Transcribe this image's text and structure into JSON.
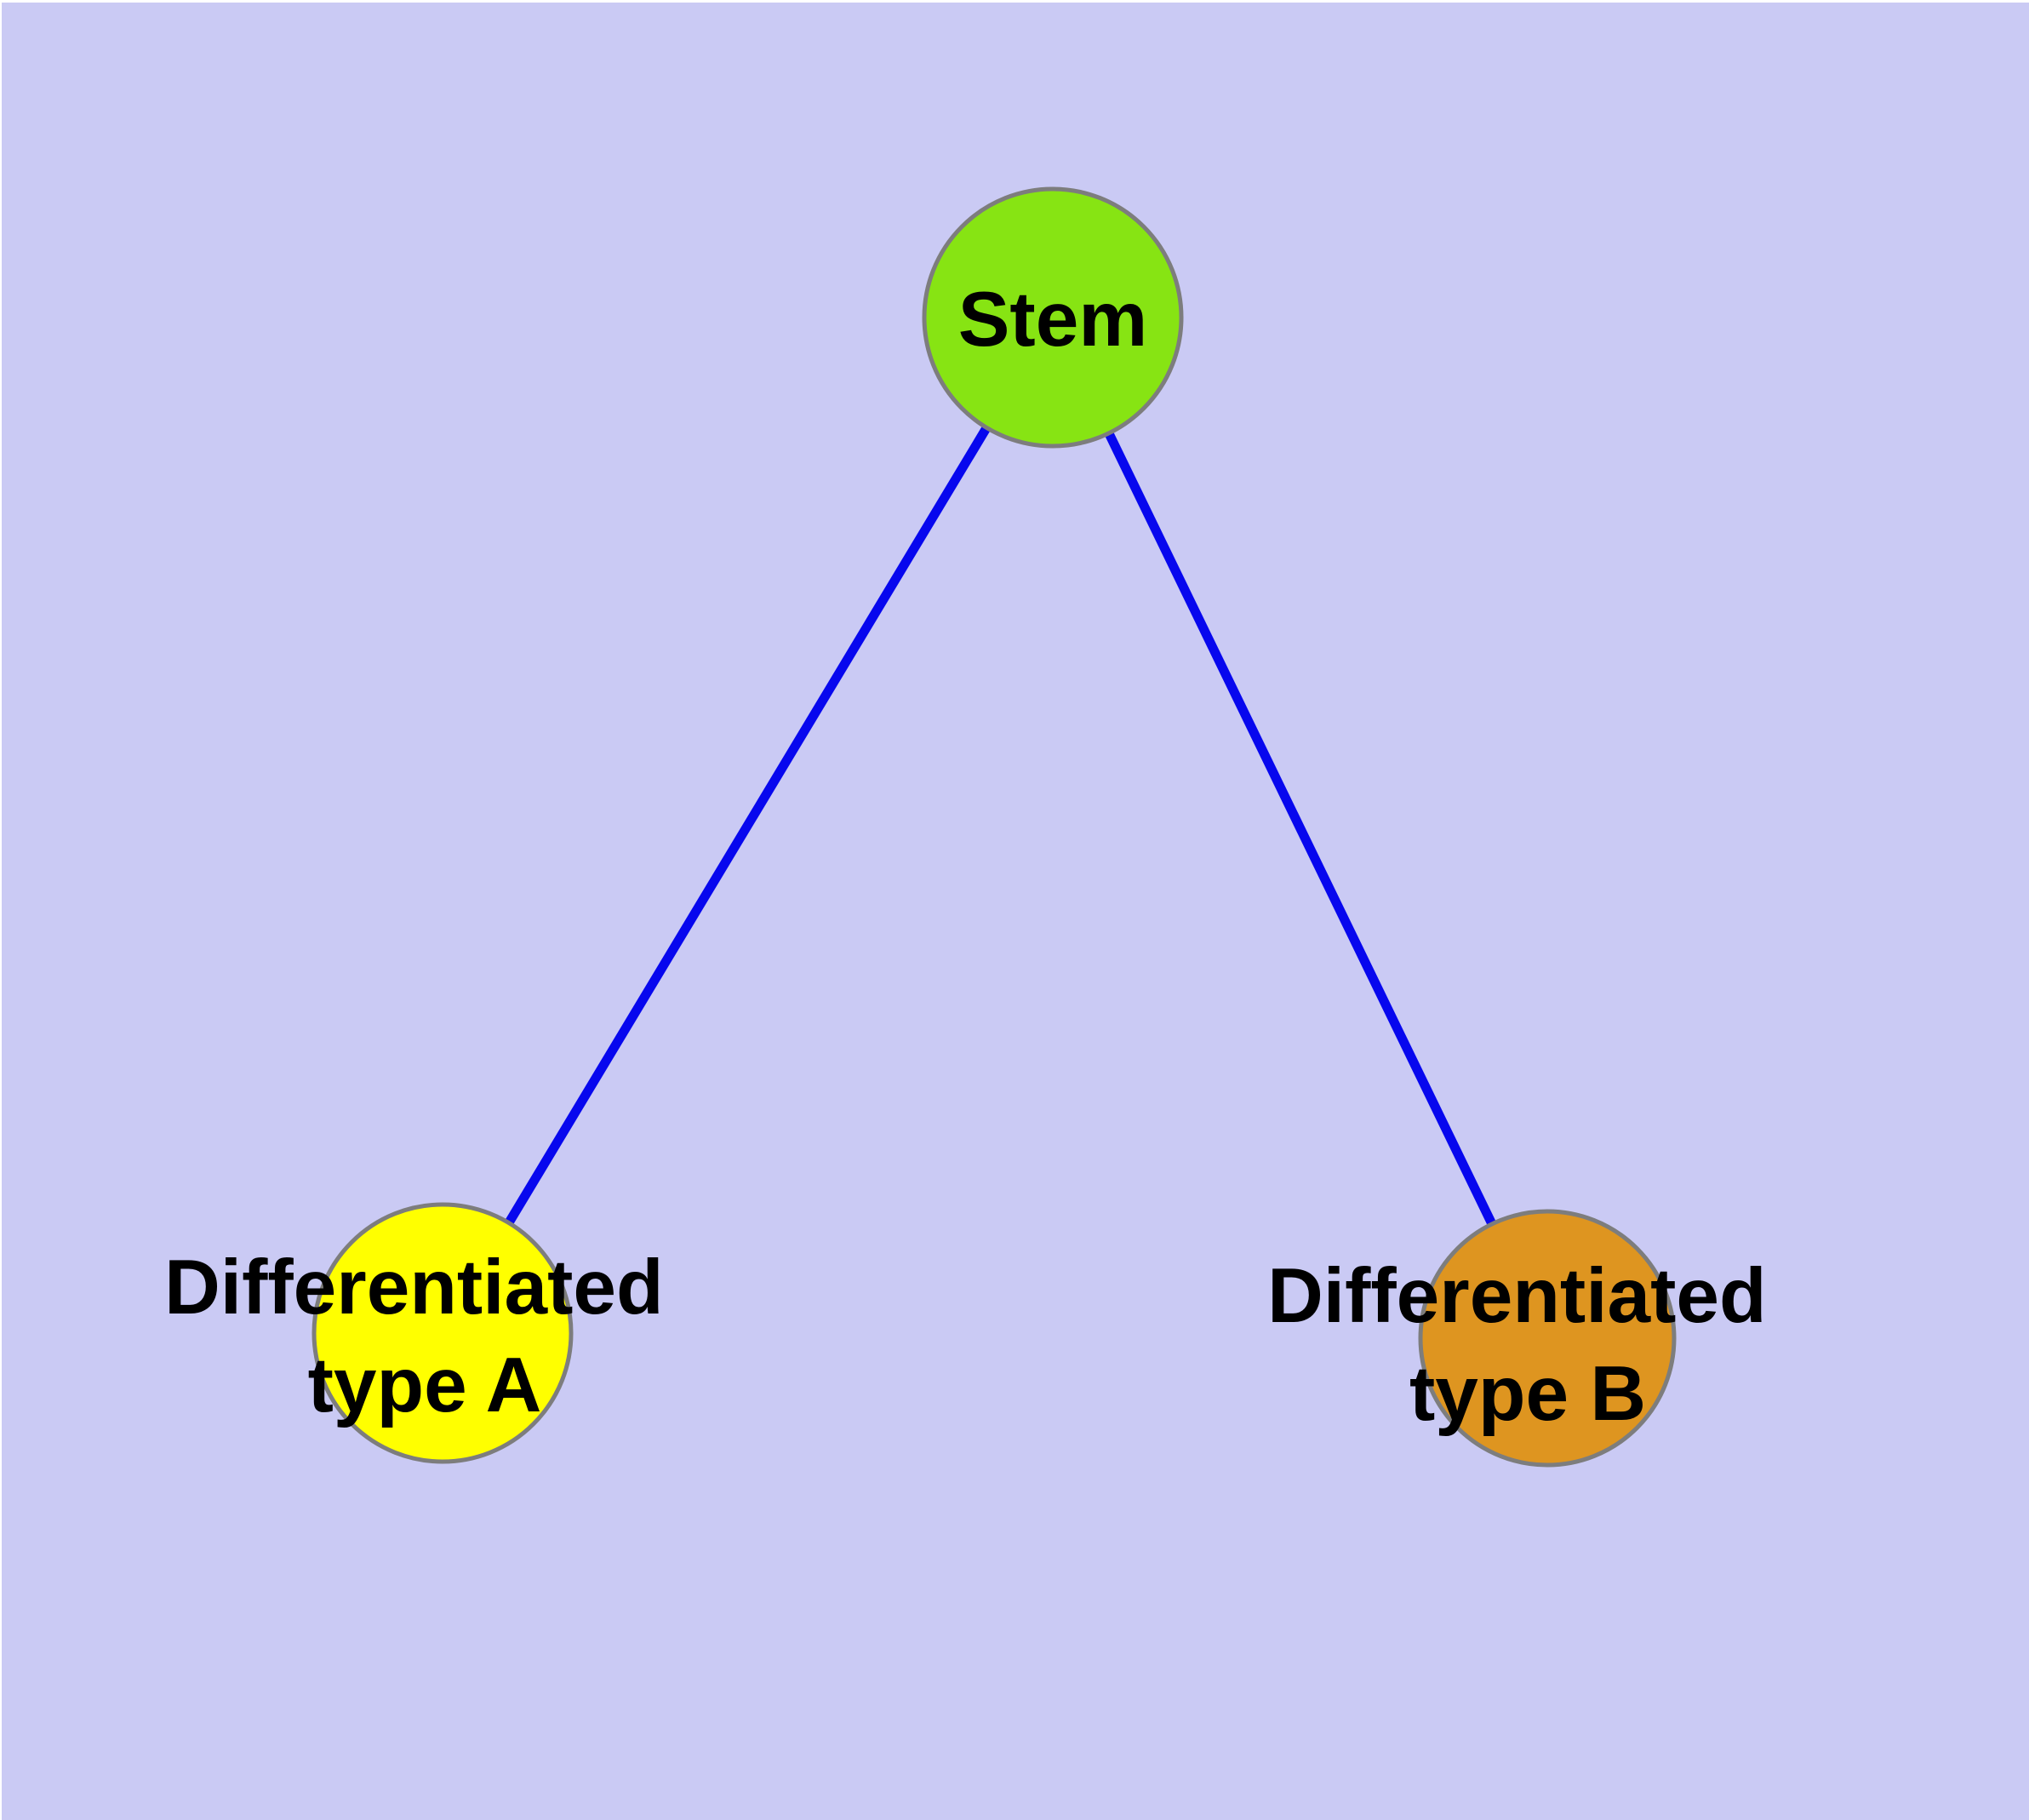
{
  "canvas": {
    "background_color": "#cacaf4",
    "frame_color": "#ffffff"
  },
  "graph": {
    "label_color": "#000000",
    "nodes": [
      {
        "id": "stem",
        "label": "Stem",
        "fill_color": "#87e413",
        "border_color": "#7d7d7d"
      },
      {
        "id": "differentiated-type-a",
        "label_line1": "Differentiated",
        "label_line2": "type A",
        "fill_color": "#ffff00",
        "border_color": "#7d7d7d"
      },
      {
        "id": "differentiated-type-b",
        "label_line1": "Differentiated",
        "label_line2": "type B",
        "fill_color": "#de9520",
        "border_color": "#7d7d7d"
      }
    ],
    "edges": [
      {
        "from": "stem",
        "to": "differentiated-type-a",
        "color": "#0707ee"
      },
      {
        "from": "stem",
        "to": "differentiated-type-b",
        "color": "#0707ee"
      }
    ]
  }
}
